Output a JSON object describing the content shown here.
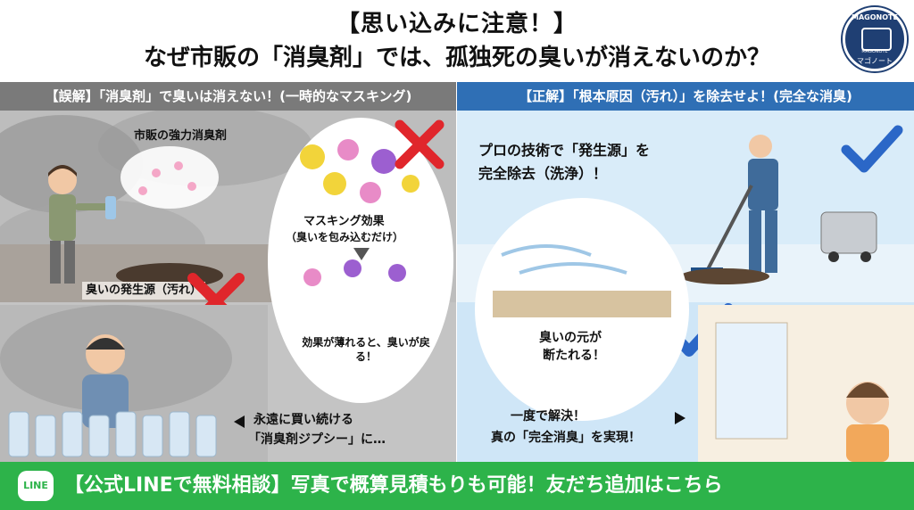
{
  "header": {
    "title_line1": "【思い込みに注意！】",
    "title_line2": "なぜ市販の「消臭剤」では、孤独死の臭いが消えないのか？"
  },
  "logo": {
    "top_text": "MAGONOTE",
    "mid_text": "MAGONOTE",
    "bottom_text": "マゴノート"
  },
  "left_panel": {
    "band": "【誤解】「消臭剤」で臭いは消えない！(一時的なマスキング)",
    "label_spray": "市販の強力消臭剤",
    "label_source": "臭いの発生源（汚れ）",
    "bubble_title": "マスキング効果",
    "bubble_sub": "（臭いを包み込むだけ）",
    "bubble_bottom": "効果が薄れると、臭いが戻る！",
    "gypsy_line1": "永遠に買い続ける",
    "gypsy_line2": "「消臭剤ジプシー」に…"
  },
  "right_panel": {
    "band": "【正解】「根本原因（汚れ）」を除去せよ！(完全な消臭)",
    "pro_line1": "プロの技術で「発生源」を",
    "pro_line2": "完全除去（洗浄）！",
    "cut_line1": "臭いの元が",
    "cut_line2": "断たれる！",
    "solve_line1": "一度で解決！",
    "solve_line2": "真の「完全消臭」を実現！"
  },
  "footer": {
    "icon_label": "LINE",
    "cta": "【公式LINEで無料相談】写真で概算見積もりも可能！友だち追加はこちら"
  },
  "colors": {
    "brand_green": "#2db34a",
    "correct_blue": "#2f6fb5",
    "mistake_gray": "#7a7a7a",
    "cross_red": "#e0262b",
    "check_blue": "#2b67c7"
  },
  "icons": [
    "cross-icon",
    "check-icon",
    "line-icon",
    "arrow-right-icon",
    "arrow-down-icon"
  ]
}
